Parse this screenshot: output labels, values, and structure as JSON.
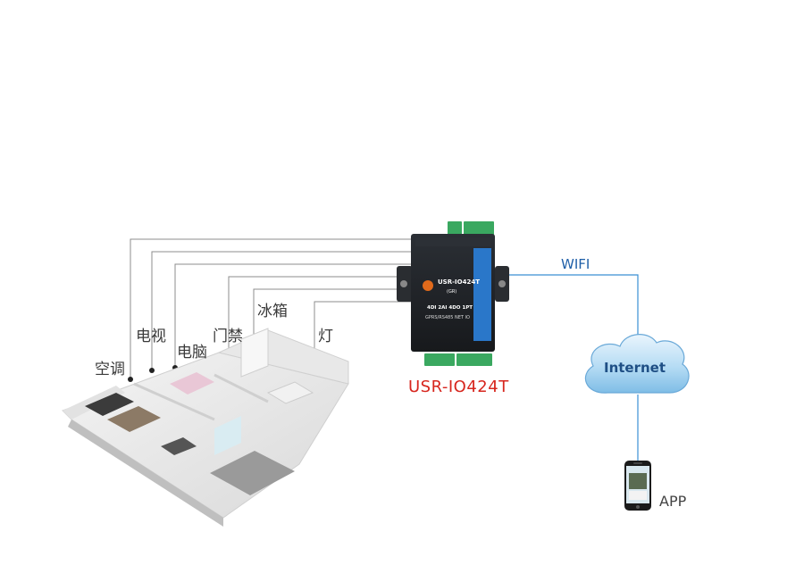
{
  "rooms": [
    {
      "id": "ac",
      "label": "空调"
    },
    {
      "id": "tv",
      "label": "电视"
    },
    {
      "id": "pc",
      "label": "电脑"
    },
    {
      "id": "door",
      "label": "门禁"
    },
    {
      "id": "fridge",
      "label": "冰箱"
    },
    {
      "id": "light",
      "label": "灯"
    }
  ],
  "device": {
    "name": "USR-IO424T",
    "panel_model": "USR-IO424T",
    "panel_variant": "(GR)",
    "panel_spec": "4DI 2AI 4DO 1PT",
    "panel_desc": "GPRS/RS485 NET IO",
    "accent_color": "#2a77c9",
    "body_color": "#1e2125",
    "terminal_color": "#3aa860"
  },
  "network": {
    "wifi_label": "WIFI",
    "cloud_label": "Internet",
    "app_label": "APP",
    "line_color": "#3a8fd4"
  }
}
